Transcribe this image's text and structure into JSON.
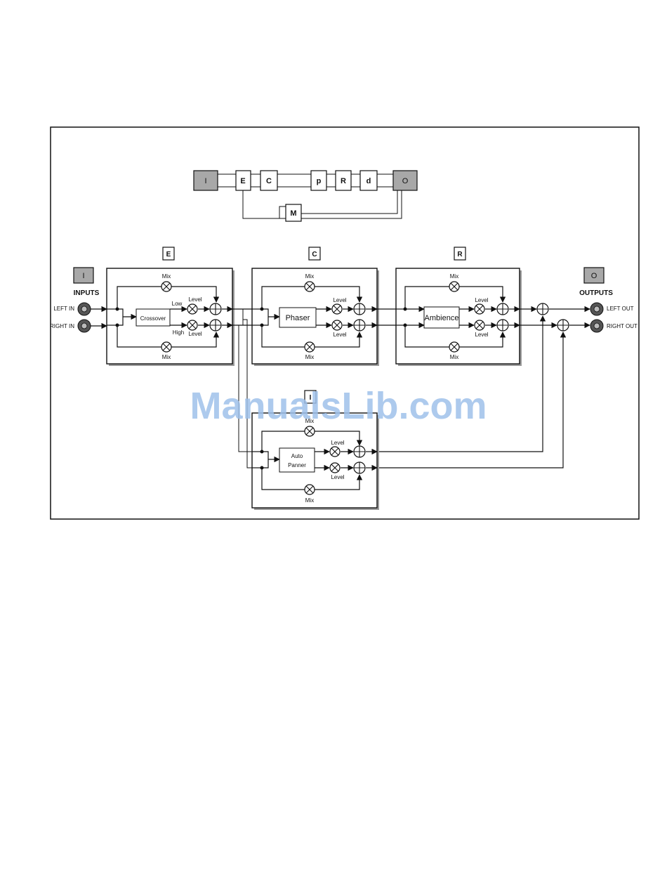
{
  "overview": {
    "input": "I",
    "output": "O",
    "blocks": [
      "E",
      "C",
      "p",
      "R",
      "d"
    ],
    "mod": "M"
  },
  "modules": {
    "e": {
      "tag": "E",
      "process": "Crossover",
      "upper_level": "Level",
      "lower_level": "Level",
      "low": "Low",
      "high": "High",
      "mix_top": "Mix",
      "mix_bottom": "Mix"
    },
    "c": {
      "tag": "C",
      "process": "Phaser",
      "upper_level": "Level",
      "lower_level": "Level",
      "mix_top": "Mix",
      "mix_bottom": "Mix"
    },
    "r": {
      "tag": "R",
      "process": "Ambience",
      "upper_level": "Level",
      "lower_level": "Level",
      "mix_top": "Mix",
      "mix_bottom": "Mix"
    },
    "p": {
      "tag": "I",
      "process_line1": "Auto",
      "process_line2": "Panner",
      "upper_level": "Level",
      "lower_level": "Level",
      "mix_top": "Mix",
      "mix_bottom": "Mix"
    }
  },
  "io": {
    "input_tag": "I",
    "inputs_label": "INPUTS",
    "left_in": "LEFT IN",
    "right_in": "RIGHT IN",
    "output_tag": "O",
    "outputs_label": "OUTPUTS",
    "left_out": "LEFT OUT",
    "right_out": "RIGHT OUT"
  },
  "watermark": "ManualsLib.com"
}
